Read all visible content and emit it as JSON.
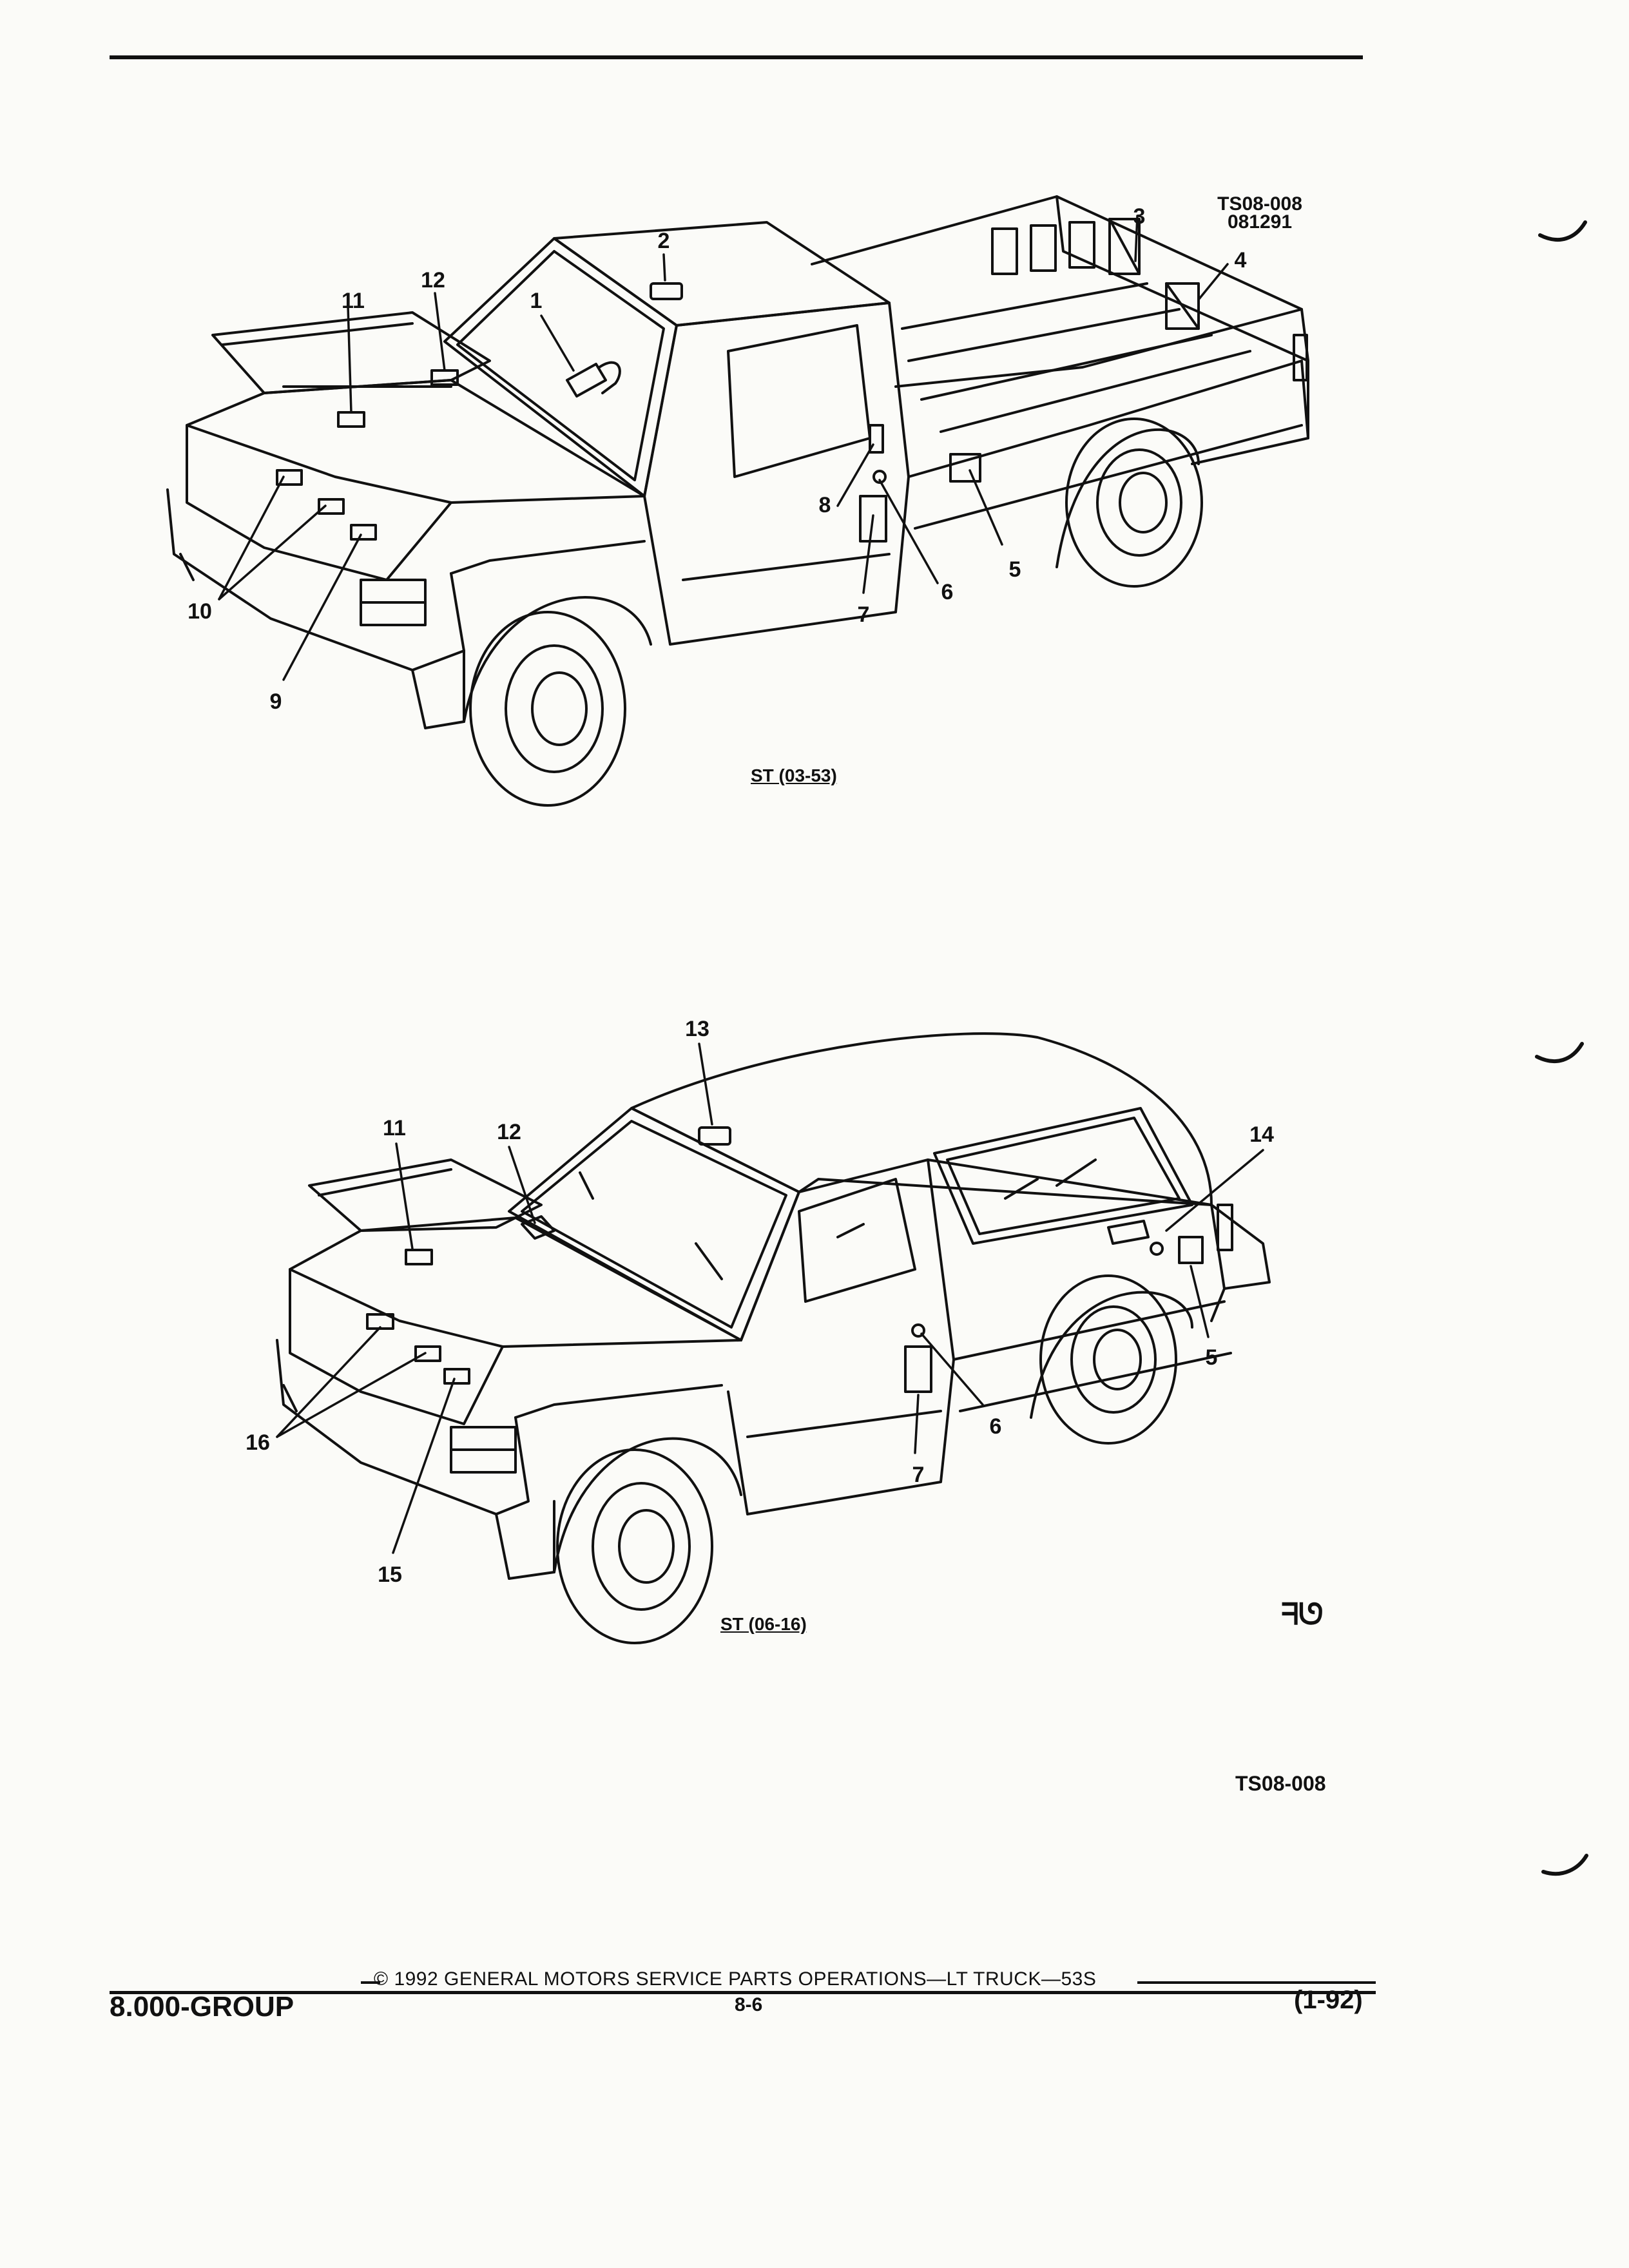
{
  "diagram_top": {
    "drawing_code": [
      "TS08-008",
      "081291"
    ],
    "caption": "ST (03-53)",
    "callouts": [
      "1",
      "2",
      "3",
      "4",
      "5",
      "6",
      "7",
      "8",
      "9",
      "10",
      "11",
      "12"
    ]
  },
  "diagram_bottom": {
    "caption": "ST (06-16)",
    "callouts": [
      "5",
      "6",
      "7",
      "11",
      "12",
      "13",
      "14",
      "15",
      "16"
    ]
  },
  "figure_code": "TS08-008",
  "gm_mark": "ᖷᘎ",
  "footer": {
    "group": "8.000-GROUP",
    "copyright": "© 1992 GENERAL MOTORS SERVICE PARTS OPERATIONS—LT TRUCK—53S",
    "page": "8-6",
    "date": "(1-92)"
  }
}
